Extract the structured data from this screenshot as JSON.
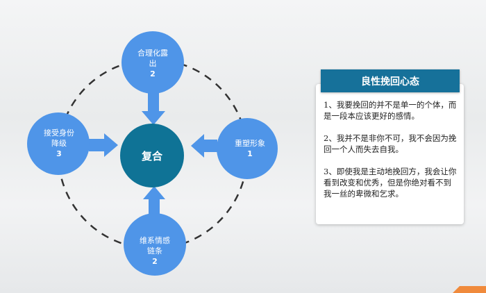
{
  "diagram": {
    "center": {
      "label": "复合"
    },
    "nodes": [
      {
        "id": "top",
        "lines": [
          "合理化露",
          "出"
        ],
        "number": "2"
      },
      {
        "id": "left",
        "lines": [
          "接受身份",
          "降级"
        ],
        "number": "3"
      },
      {
        "id": "right",
        "lines": [
          "重塑形象"
        ],
        "number": "1"
      },
      {
        "id": "bottom",
        "lines": [
          "维系情感",
          "链条"
        ],
        "number": "2"
      }
    ],
    "colors": {
      "node": "#4f95e8",
      "center": "#0f7396",
      "arrow": "#4f95e8",
      "header": "#16719a"
    }
  },
  "panel": {
    "title": "良性挽回心态",
    "items": [
      "1、我要挽回的并不是单一的个体，而是一段本应该更好的感情。",
      "2、我并不是非你不可，我不会因为挽回一个人而失去自我。",
      "3、即使我是主动地挽回方，我会让你看到改变和优秀，但是你绝对看不到我一丝的卑微和乞求。"
    ]
  }
}
